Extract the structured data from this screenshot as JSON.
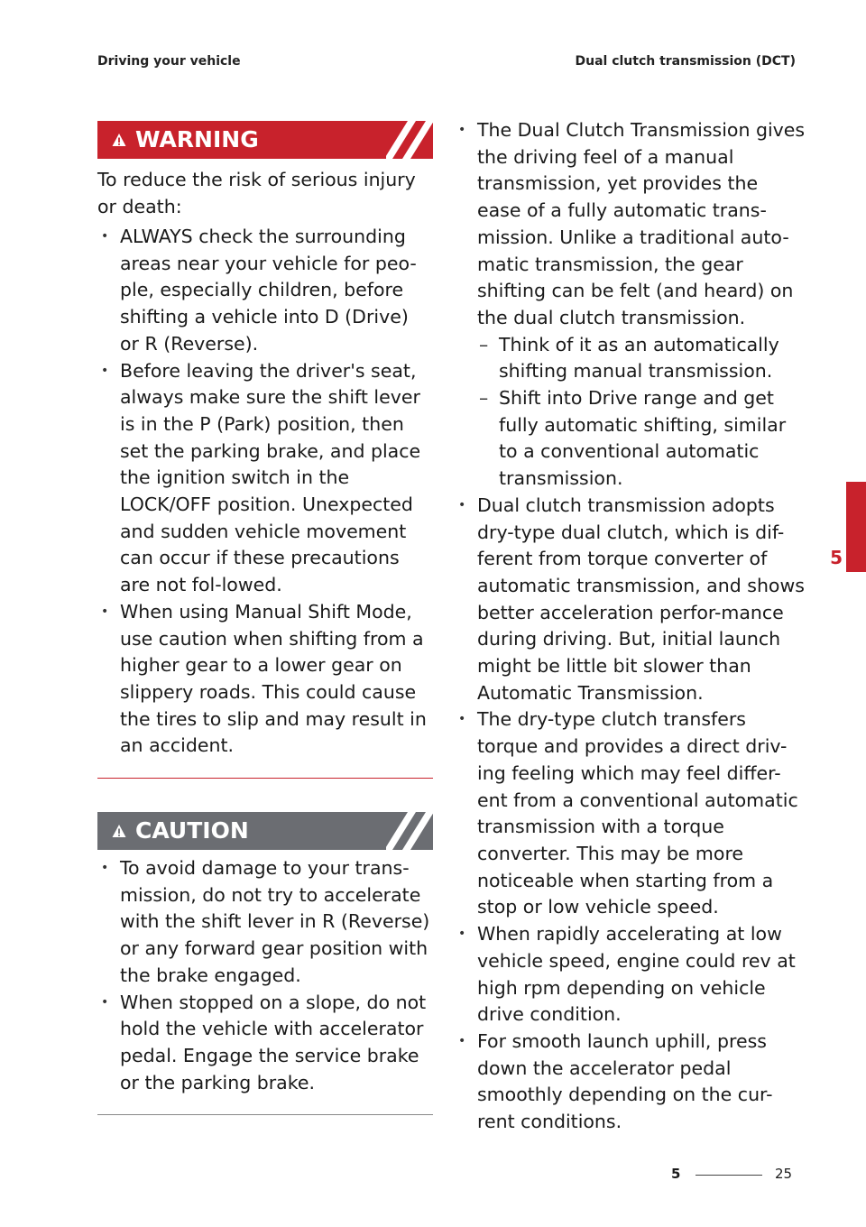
{
  "header": {
    "left": "Driving your vehicle",
    "right": "Dual clutch transmission (DCT)"
  },
  "warning": {
    "title": "WARNING",
    "lead": "To reduce the risk of serious injury or death:",
    "items": [
      "ALWAYS check the surrounding areas near your vehicle for peo-ple, especially children, before shifting a vehicle into D (Drive) or R (Reverse).",
      "Before leaving the driver's seat, always make sure the shift lever is in the P (Park) position, then set the parking brake, and place the ignition switch in the LOCK/OFF position. Unexpected and sudden vehicle movement can occur if these precautions are not fol-lowed.",
      "When using Manual Shift Mode, use caution when shifting from a higher gear to a lower gear on slippery roads. This could cause the tires to slip and may result in an accident."
    ]
  },
  "caution": {
    "title": "CAUTION",
    "items": [
      "To avoid damage to your trans-mission, do not try to accelerate with the shift lever in R (Reverse) or any forward gear position with the brake engaged.",
      "When stopped on a slope, do not hold the vehicle with accelerator pedal. Engage the service brake or the parking brake."
    ]
  },
  "right_column": {
    "item1": "The Dual Clutch Transmission gives the driving feel of a manual transmission, yet provides the ease of a fully automatic trans-mission. Unlike a traditional auto-matic transmission, the gear shifting can be felt (and heard) on the dual clutch transmission.",
    "sub_items": [
      "Think of it as an automatically shifting manual transmission.",
      "Shift into Drive range and get fully automatic shifting, similar to a conventional automatic transmission."
    ],
    "item2": "Dual clutch transmission adopts dry-type dual clutch, which is dif-ferent from torque converter of automatic transmission, and shows better acceleration perfor-mance during driving. But, initial launch might be little bit slower than Automatic Transmission.",
    "item3": "The dry-type clutch transfers torque and provides a direct driv-ing feeling which may feel differ-ent from a conventional automatic transmission with a torque converter. This may be more noticeable when starting from a stop or low vehicle speed.",
    "item4": "When rapidly accelerating at low vehicle speed, engine could rev at high rpm depending on vehicle drive condition.",
    "item5": "For smooth launch uphill, press down the accelerator pedal smoothly depending on the cur-rent conditions."
  },
  "side_tab": {
    "chapter": "5"
  },
  "footer": {
    "chapter": "5",
    "page": "25"
  },
  "colors": {
    "accent": "#c8222c",
    "caution": "#6b6d72"
  }
}
